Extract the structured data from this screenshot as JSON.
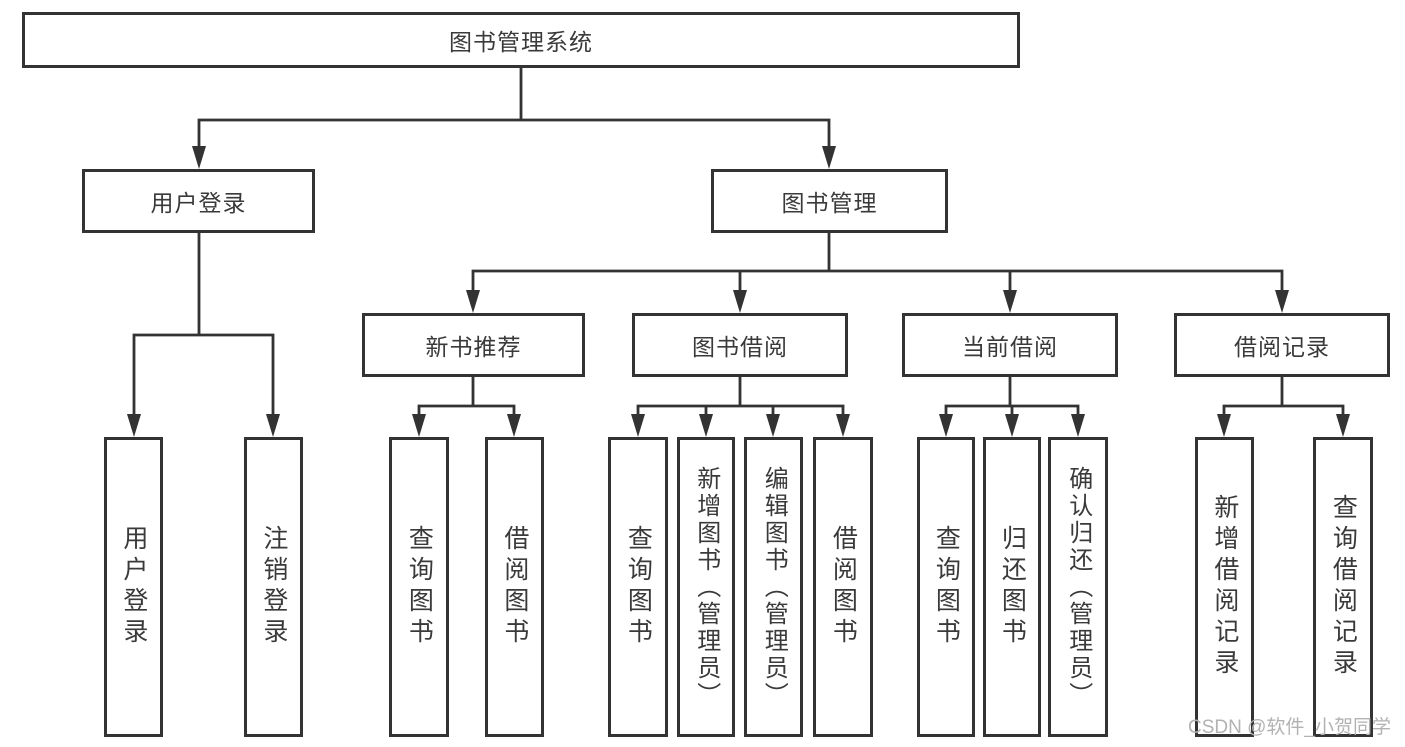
{
  "theme": {
    "line_color": "#333333",
    "text_color": "#3a3a3a",
    "background": "#ffffff",
    "watermark_color": "#b2b2b2"
  },
  "watermark": {
    "text": "CSDN @软件_小贺同学"
  },
  "tree": {
    "root": {
      "label": "图书管理系统"
    },
    "branches": [
      {
        "label": "用户登录",
        "leaves": [
          "用户登录",
          "注销登录"
        ]
      },
      {
        "label": "图书管理",
        "groups": [
          {
            "label": "新书推荐",
            "leaves": [
              "查询图书",
              "借阅图书"
            ]
          },
          {
            "label": "图书借阅",
            "leaves": [
              "查询图书",
              "新增图书（管理员）",
              "编辑图书（管理员）",
              "借阅图书"
            ]
          },
          {
            "label": "当前借阅",
            "leaves": [
              "查询图书",
              "归还图书",
              "确认归还（管理员）"
            ]
          },
          {
            "label": "借阅记录",
            "leaves": [
              "新增借阅记录",
              "查询借阅记录"
            ]
          }
        ]
      }
    ]
  }
}
